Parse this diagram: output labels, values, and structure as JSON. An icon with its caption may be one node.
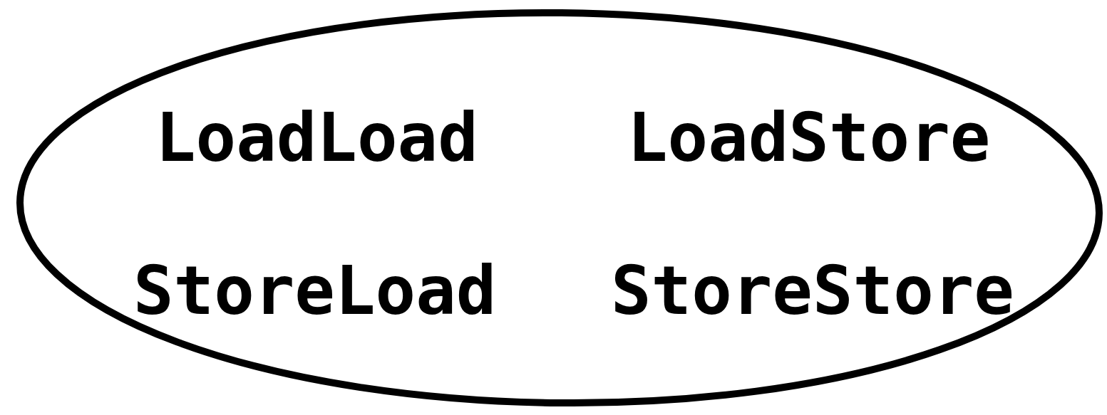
{
  "diagram": {
    "nodes": [
      {
        "text": [
          "LoadLoad",
          "LoadStore",
          "StoreLoad",
          "StoreStore"
        ]
      }
    ]
  }
}
